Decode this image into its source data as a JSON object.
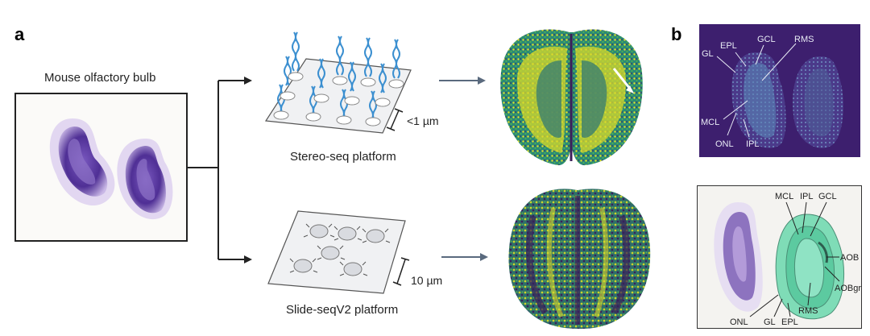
{
  "panel_a": {
    "letter": "a",
    "bulb_title": "Mouse olfactory bulb",
    "stereo_caption": "Stereo-seq platform",
    "stereo_scale": "<1 µm",
    "slide_caption": "Slide-seqV2 platform",
    "slide_scale": "10 µm"
  },
  "panel_b": {
    "letter": "b",
    "top_labels": {
      "gl": "GL",
      "epl": "EPL",
      "gcl": "GCL",
      "rms": "RMS",
      "mcl": "MCL",
      "onl": "ONL",
      "ipl": "IPL"
    },
    "bottom_labels": {
      "mcl": "MCL",
      "ipl": "IPL",
      "gcl": "GCL",
      "aob": "AOB",
      "aobgr": "AOBgr",
      "rms": "RMS",
      "onl": "ONL",
      "gl": "GL",
      "epl": "EPL"
    }
  },
  "colors": {
    "nissl": "#5b3a9e",
    "viridis_dark": "#3b1f5a",
    "viridis_teal": "#2a8a76",
    "viridis_green": "#54b64a",
    "viridis_yellow": "#e2e02a",
    "atlas_green": "#6fd9b2",
    "arrow_gray": "#5a6a7e"
  }
}
